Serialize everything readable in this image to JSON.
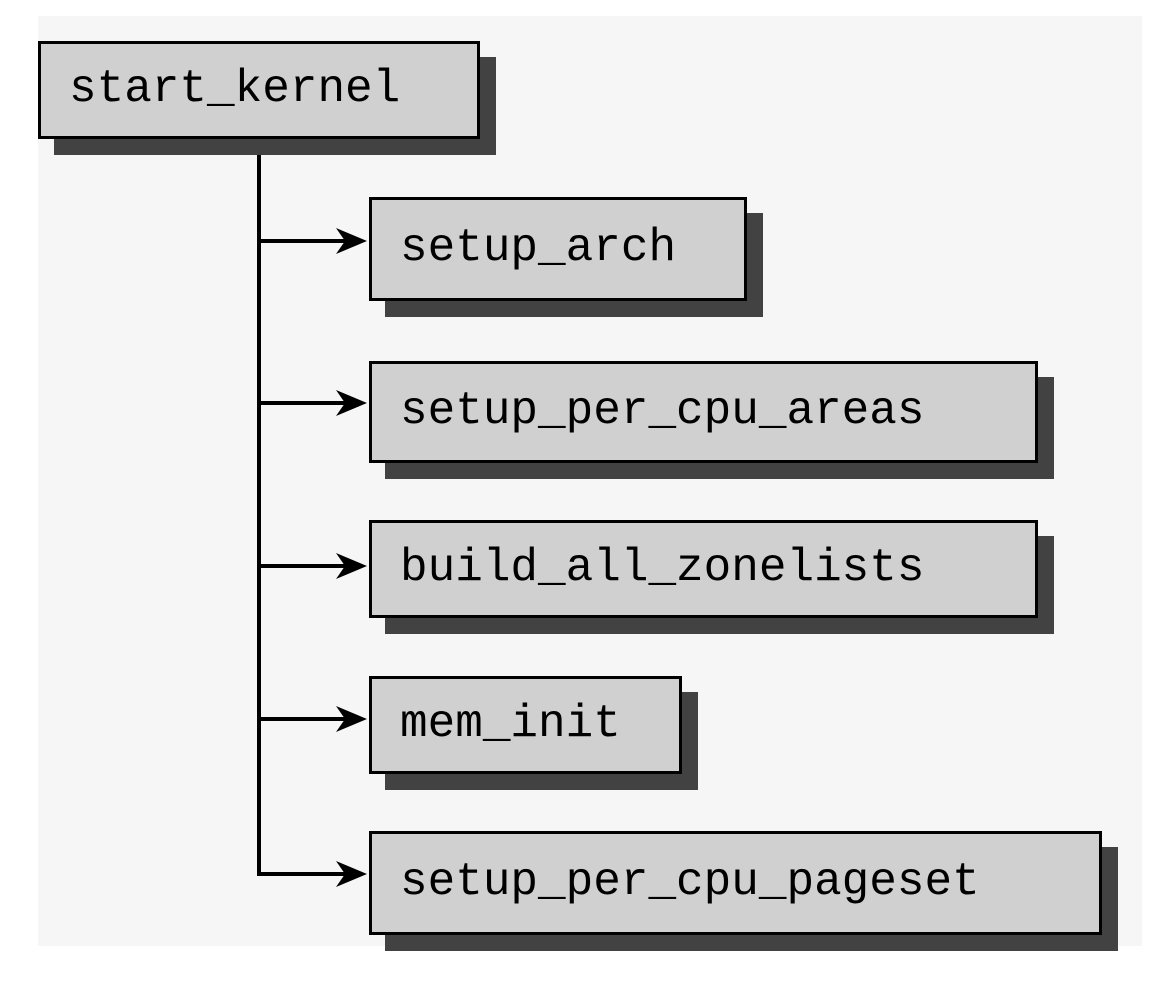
{
  "diagram": {
    "root": {
      "label": "start_kernel"
    },
    "children": [
      {
        "label": "setup_arch"
      },
      {
        "label": "setup_per_cpu_areas"
      },
      {
        "label": "build_all_zonelists"
      },
      {
        "label": "mem_init"
      },
      {
        "label": "setup_per_cpu_pageset"
      }
    ],
    "colors": {
      "box_fill": "#d0d0d0",
      "box_border": "#000000",
      "box_shadow": "#424242",
      "connector": "#000000"
    }
  }
}
